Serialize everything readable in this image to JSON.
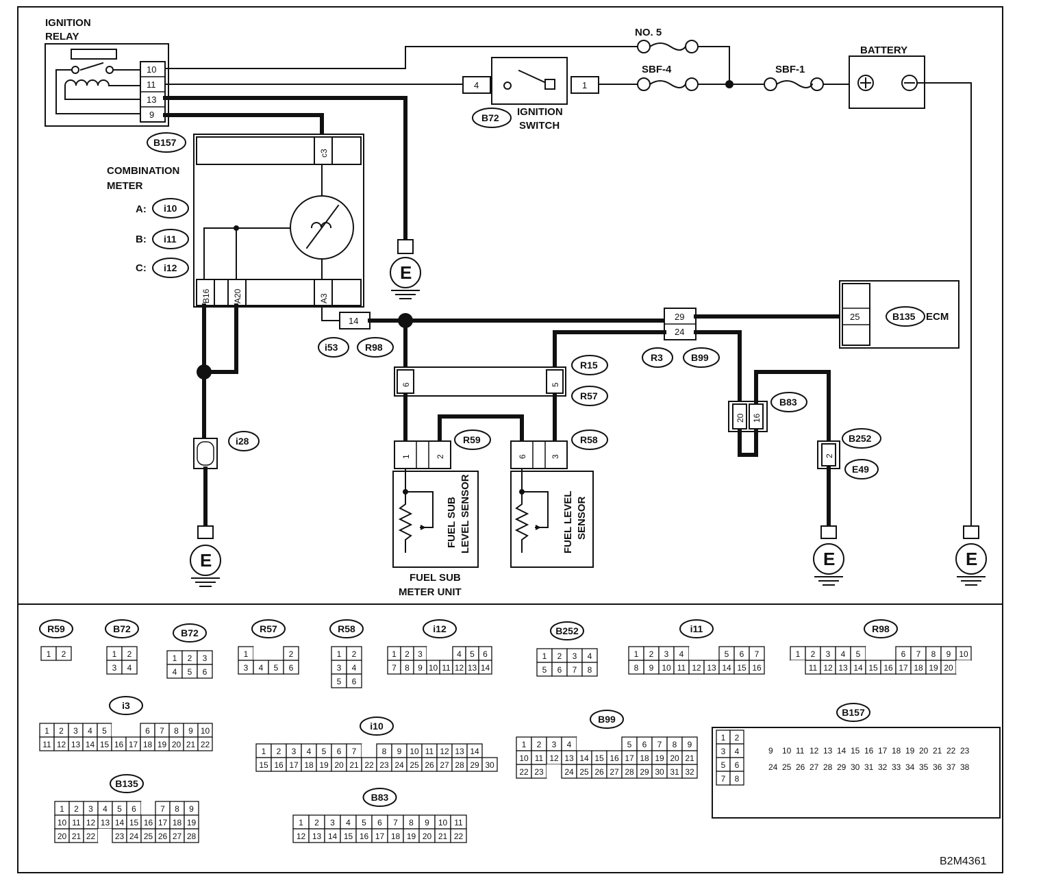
{
  "components": {
    "ignition_relay": "IGNITION RELAY",
    "ignition_relay_line1": "IGNITION",
    "ignition_relay_line2": "RELAY",
    "ignition_switch_line1": "IGNITION",
    "ignition_switch_line2": "SWITCH",
    "battery": "BATTERY",
    "combination_meter_line1": "COMBINATION",
    "combination_meter_line2": "METER",
    "ecm": "ECM",
    "fuel_sub_level_sensor_line1": "FUEL SUB",
    "fuel_sub_level_sensor_line2": "LEVEL SENSOR",
    "fuel_level_sensor_line1": "FUEL LEVEL",
    "fuel_level_sensor_line2": "SENSOR",
    "fuel_sub_meter_unit_line1": "FUEL SUB",
    "fuel_sub_meter_unit_line2": "METER UNIT",
    "ground_symbol": "E"
  },
  "fuses": {
    "no5": "NO. 5",
    "sbf4": "SBF-4",
    "sbf1": "SBF-1"
  },
  "meter_prefixes": {
    "a": "A:",
    "b": "B:",
    "c": "C:"
  },
  "connector_ids": {
    "b157": "B157",
    "i10": "i10",
    "i11": "i11",
    "i12": "i12",
    "b72": "B72",
    "i53": "i53",
    "r98": "R98",
    "r3": "R3",
    "b99": "B99",
    "b135": "B135",
    "r15": "R15",
    "r57": "R57",
    "r59": "R59",
    "r58": "R58",
    "b83": "B83",
    "b252": "B252",
    "e49": "E49",
    "i28": "i28"
  },
  "pins": {
    "relay": [
      "10",
      "11",
      "13",
      "9"
    ],
    "ign_sw_in": "4",
    "ign_sw_out": "1",
    "meter_c3": "c3",
    "meter_b16": "B16",
    "meter_a20": "A20",
    "meter_a3": "A3",
    "i53_14": "14",
    "r3_29": "29",
    "r3_24": "24",
    "ecm_25": "25",
    "r15_6": "6",
    "r15_5": "5",
    "r59_1": "1",
    "r59_2": "2",
    "r58_6": "6",
    "r58_3": "3",
    "b83_20": "20",
    "b83_16": "16",
    "b252_2": "2"
  },
  "connector_views": [
    {
      "id": "R59",
      "rows": [
        [
          "1",
          "2"
        ]
      ]
    },
    {
      "id": "B72",
      "rows": [
        [
          "1",
          "2"
        ],
        [
          "3",
          "4"
        ]
      ]
    },
    {
      "id": "B72",
      "rows": [
        [
          "1",
          "2",
          "3"
        ],
        [
          "4",
          "5",
          "6"
        ]
      ]
    },
    {
      "id": "R57",
      "rows": [
        [
          "1",
          "",
          "",
          "2"
        ],
        [
          "3",
          "4",
          "5",
          "6"
        ]
      ]
    },
    {
      "id": "R58",
      "rows": [
        [
          "1",
          "2"
        ],
        [
          "3",
          "4"
        ],
        [
          "5",
          "6"
        ]
      ]
    },
    {
      "id": "i12",
      "rows": [
        [
          "1",
          "2",
          "3",
          "",
          "",
          "4",
          "5",
          "6"
        ],
        [
          "7",
          "8",
          "9",
          "10",
          "11",
          "12",
          "13",
          "14"
        ]
      ]
    },
    {
      "id": "B252",
      "rows": [
        [
          "1",
          "2",
          "3",
          "4"
        ],
        [
          "5",
          "6",
          "7",
          "8"
        ]
      ]
    },
    {
      "id": "i11",
      "rows": [
        [
          "1",
          "2",
          "3",
          "4",
          "",
          "",
          "5",
          "6",
          "7"
        ],
        [
          "8",
          "9",
          "10",
          "11",
          "12",
          "13",
          "14",
          "15",
          "16"
        ]
      ]
    },
    {
      "id": "R98",
      "rows": [
        [
          "1",
          "2",
          "3",
          "4",
          "5",
          "",
          "",
          "6",
          "7",
          "8",
          "9",
          "10"
        ],
        [
          "",
          "11",
          "12",
          "13",
          "14",
          "15",
          "16",
          "17",
          "18",
          "19",
          "20",
          ""
        ]
      ]
    },
    {
      "id": "i3",
      "rows": [
        [
          "1",
          "2",
          "3",
          "4",
          "5",
          "",
          "",
          "6",
          "7",
          "8",
          "9",
          "10"
        ],
        [
          "11",
          "12",
          "13",
          "14",
          "15",
          "16",
          "17",
          "18",
          "19",
          "20",
          "21",
          "22"
        ]
      ]
    },
    {
      "id": "i10",
      "rows": [
        [
          "1",
          "2",
          "3",
          "4",
          "5",
          "6",
          "7",
          "",
          "8",
          "9",
          "10",
          "11",
          "12",
          "13",
          "14"
        ],
        [
          "15",
          "16",
          "17",
          "18",
          "19",
          "20",
          "21",
          "22",
          "23",
          "24",
          "25",
          "26",
          "27",
          "28",
          "29",
          "30"
        ]
      ]
    },
    {
      "id": "B99",
      "rows": [
        [
          "1",
          "2",
          "3",
          "4",
          "",
          "",
          "",
          "5",
          "6",
          "7",
          "8",
          "9"
        ],
        [
          "10",
          "11",
          "12",
          "13",
          "14",
          "15",
          "16",
          "17",
          "18",
          "19",
          "20",
          "21"
        ],
        [
          "22",
          "23",
          "",
          "24",
          "25",
          "26",
          "27",
          "28",
          "29",
          "30",
          "31",
          "32"
        ]
      ]
    },
    {
      "id": "B157",
      "rows": [
        [
          "1",
          "2"
        ],
        [
          "3",
          "4"
        ],
        [
          "5",
          "6"
        ],
        [
          "7",
          "8"
        ],
        [
          "9",
          "10",
          "11",
          "12",
          "13",
          "14",
          "15",
          "16",
          "17",
          "18",
          "19",
          "20",
          "21",
          "22",
          "23",
          "24",
          "25",
          "26",
          "27",
          "28",
          "29",
          "30",
          "31",
          "32",
          "33",
          "34",
          "35",
          "36",
          "37",
          "38"
        ]
      ]
    },
    {
      "id": "B135",
      "rows": [
        [
          "1",
          "2",
          "3",
          "4",
          "5",
          "6",
          "",
          "7",
          "8",
          "9"
        ],
        [
          "10",
          "11",
          "12",
          "13",
          "14",
          "15",
          "16",
          "17",
          "18",
          "19"
        ],
        [
          "20",
          "21",
          "22",
          "",
          "23",
          "24",
          "25",
          "26",
          "27",
          "28"
        ]
      ]
    },
    {
      "id": "B83",
      "rows": [
        [
          "1",
          "2",
          "3",
          "4",
          "5",
          "6",
          "7",
          "8",
          "9",
          "10",
          "11"
        ],
        [
          "12",
          "13",
          "14",
          "15",
          "16",
          "17",
          "18",
          "19",
          "20",
          "21",
          "22"
        ]
      ]
    }
  ],
  "diagram_code": "B2M4361"
}
